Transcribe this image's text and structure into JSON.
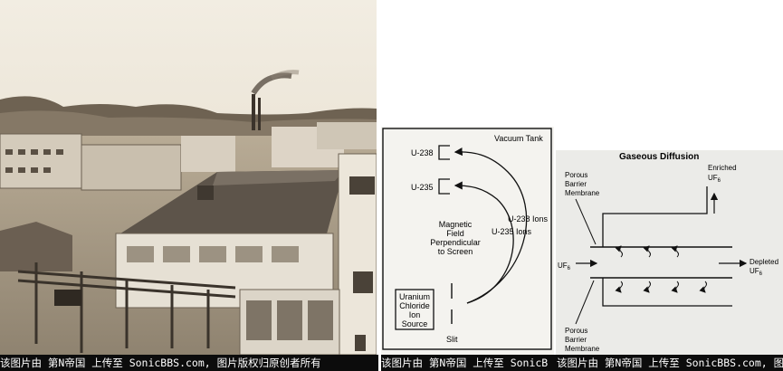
{
  "calutron": {
    "vacuum_tank": "Vacuum Tank",
    "u238": "U-238",
    "u235": "U-235",
    "u238_ions": "U-238 Ions",
    "u235_ions": "U-235 Ions",
    "field_lines": [
      "Magnetic",
      "Field",
      "Perpendicular",
      "to Screen"
    ],
    "source_lines": [
      "Uranium",
      "Chloride",
      "Ion",
      "Source"
    ],
    "slit": "Slit"
  },
  "gaseous": {
    "title": "Gaseous Diffusion",
    "enriched": "Enriched",
    "depleted": "Depleted",
    "uf": "UF",
    "sub6": "6",
    "barrier_lines": [
      "Porous",
      "Barrier",
      "Membrane"
    ]
  },
  "watermark": {
    "left": "该图片由 第N帝国 上传至 SonicBBS.com, 图片版权归原创者所有",
    "middle": "该图片由 第N帝国 上传至 SonicB",
    "right": "该图片由 第N帝国 上传至 SonicBBS.com, 图"
  }
}
